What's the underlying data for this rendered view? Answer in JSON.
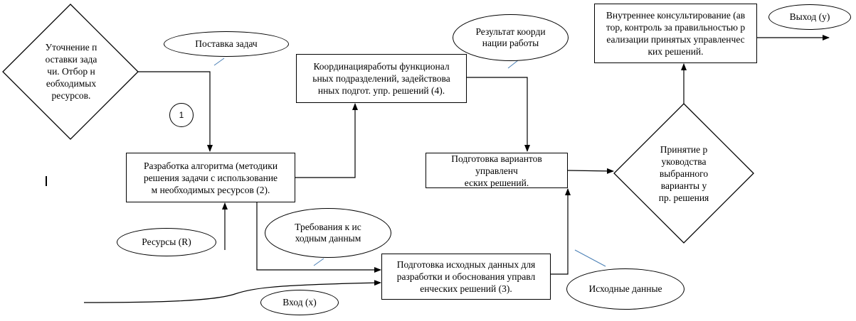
{
  "decisions": {
    "left": "Уточнение п\nоставки зада\nчи. Отбор н\neобходимых\nресурсов.",
    "right": "Принятие р\nуководства\nвыбранного\nварианты у\nпр. решения"
  },
  "boxes": {
    "algorithm": "Разработка алгоритма (методики\nрешения задачи с использование\nм необходимых ресурсов (2).",
    "coordination": "Координацияработы функционал\nьных подразделений, задействова\nнных подгот. упр. решений (4).",
    "variants": "Подготовка вариантов управленч\nеских решений.",
    "input_data": "Подготовка исходных данных для\nразработки и обоснования управл\nенческих решений (3).",
    "consulting": "Внутреннее консультирование (ав\nтор, контроль за правильностью р\nеализации принятых управленчес\nких решений."
  },
  "ellipses": {
    "task_statement": "Поставка задач",
    "coordination_result": "Результат коорди\nнации работы",
    "resources": "Ресурсы (R)",
    "data_requirements": "Требования к ис\nходным данным",
    "source_data": "Исходные данные",
    "input": "Вход (x)",
    "output": "Выход (y)"
  },
  "marker": "1"
}
